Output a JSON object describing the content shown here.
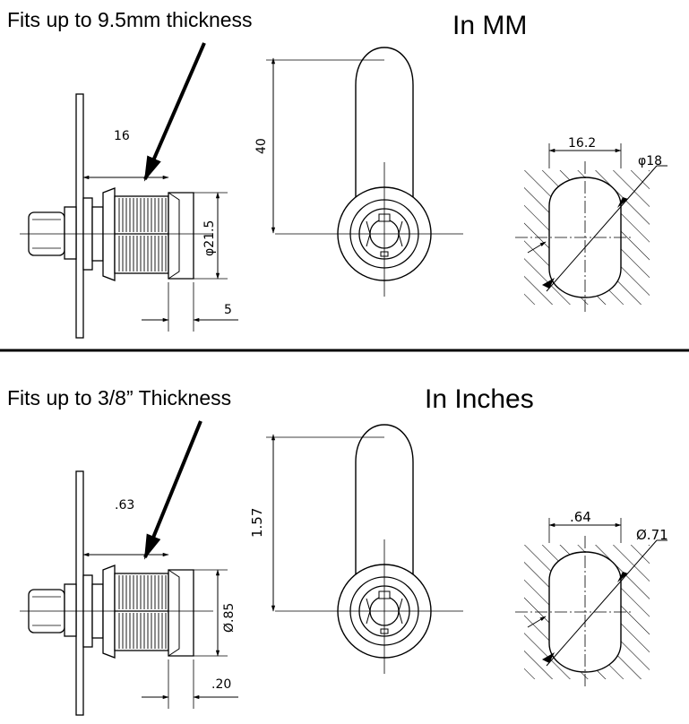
{
  "top_section": {
    "caption": "Fits up to 9.5mm thickness",
    "unit_title": "In MM",
    "dims": {
      "grip_length": "16",
      "nut_diameter": "φ21.5",
      "flange": "5",
      "cam_length": "40",
      "flat_width": "16.2",
      "hole_diameter": "φ18"
    }
  },
  "bottom_section": {
    "caption": "Fits up to 3/8” Thickness",
    "unit_title": "In Inches",
    "dims": {
      "grip_length": ".63",
      "nut_diameter": "Ø.85",
      "flange": ".20",
      "cam_length": "1.57",
      "flat_width": ".64",
      "hole_diameter": "Ø.71"
    }
  }
}
